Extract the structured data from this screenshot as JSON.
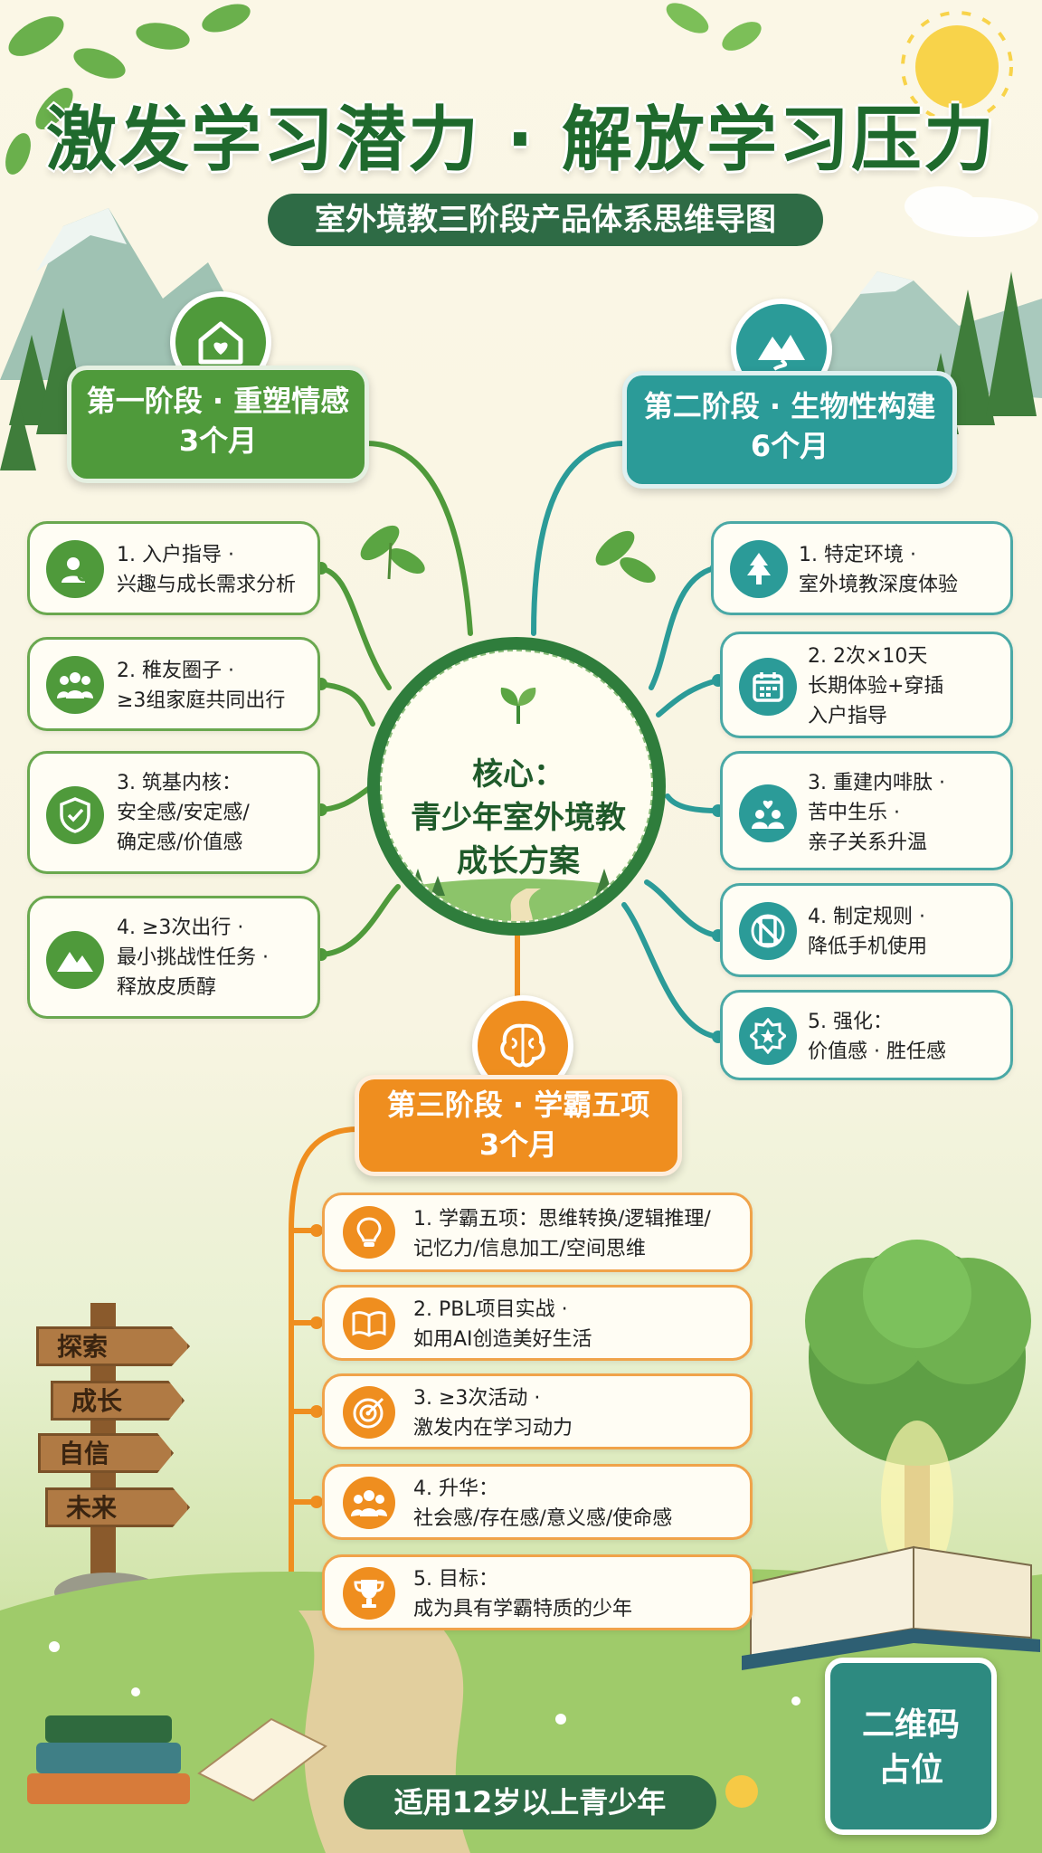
{
  "title": "激发学习潜力 · 解放学习压力",
  "subtitle": "室外境教三阶段产品体系思维导图",
  "colors": {
    "green": "#4f9a3b",
    "teal": "#2b9b98",
    "orange": "#ef8e1f",
    "dark_green": "#2e6b45"
  },
  "core": {
    "text": "核心：\n青少年室外境教\n成长方案"
  },
  "stage1": {
    "title": "第一阶段 · 重塑情感",
    "duration": "3个月",
    "icon": "house-heart-icon",
    "items": [
      {
        "text": "1. 入户指导 ·\n兴趣与成长需求分析",
        "icon": "person-search-icon"
      },
      {
        "text": "2. 稚友圈子 ·\n≥3组家庭共同出行",
        "icon": "group-icon"
      },
      {
        "text": "3. 筑基内核：\n安全感/安定感/\n确定感/价值感",
        "icon": "shield-check-icon"
      },
      {
        "text": "4. ≥3次出行 ·\n最小挑战性任务 ·\n释放皮质醇",
        "icon": "mountain-icon"
      }
    ]
  },
  "stage2": {
    "title": "第二阶段 · 生物性构建",
    "duration": "6个月",
    "icon": "mountain-path-icon",
    "items": [
      {
        "text": "1. 特定环境 ·\n室外境教深度体验",
        "icon": "tree-icon"
      },
      {
        "text": "2. 2次×10天\n长期体验+穿插\n入户指导",
        "icon": "calendar-icon"
      },
      {
        "text": "3. 重建内啡肽 ·\n苦中生乐 ·\n亲子关系升温",
        "icon": "family-heart-icon"
      },
      {
        "text": "4. 制定规则 ·\n降低手机使用",
        "icon": "no-phone-icon"
      },
      {
        "text": "5. 强化：\n价值感 · 胜任感",
        "icon": "star-badge-icon"
      }
    ]
  },
  "stage3": {
    "title": "第三阶段 · 学霸五项",
    "duration": "3个月",
    "icon": "brain-icon",
    "items": [
      {
        "text": "1. 学霸五项：思维转换/逻辑推理/\n记忆力/信息加工/空间思维",
        "icon": "lightbulb-icon"
      },
      {
        "text": "2. PBL项目实战 ·\n如用AI创造美好生活",
        "icon": "open-book-icon"
      },
      {
        "text": "3. ≥3次活动 ·\n激发内在学习动力",
        "icon": "target-icon"
      },
      {
        "text": "4. 升华：\n社会感/存在感/意义感/使命感",
        "icon": "team-icon"
      },
      {
        "text": "5. 目标：\n成为具有学霸特质的少年",
        "icon": "trophy-icon"
      }
    ]
  },
  "signpost": [
    "探索",
    "成长",
    "自信",
    "未来"
  ],
  "qr_placeholder": "二维码\n占位",
  "footer": "适用12岁以上青少年"
}
